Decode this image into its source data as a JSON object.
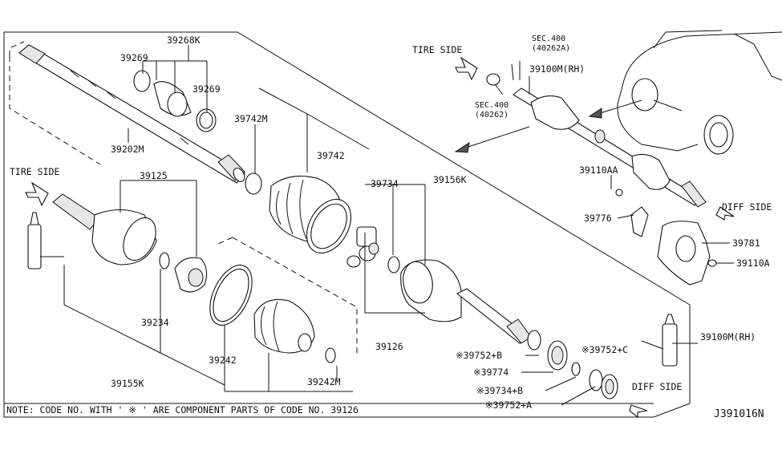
{
  "diagram": {
    "labels": {
      "p39268k": "39268K",
      "p39269_a": "39269",
      "p39269_b": "39269",
      "p39202m": "39202M",
      "p39742m": "39742M",
      "p39742": "39742",
      "p39734": "39734",
      "p39156k": "39156K",
      "p39125": "39125",
      "p39234": "39234",
      "p39242": "39242",
      "p39242m": "39242M",
      "p39155k": "39155K",
      "p39126": "39126",
      "p39752b": "※39752+B",
      "p39774": "※39774",
      "p39734b": "※39734+B",
      "p39752a": "※39752+A",
      "p39752c": "※39752+C",
      "p39100m_rh_bottom": "39100M(RH)",
      "p39100m_rh_top": "39100M(RH)",
      "p39110aa": "39110AA",
      "p39776": "39776",
      "p39781": "39781",
      "p39110a": "39110A",
      "sec400_top": "SEC.400",
      "sec400_top_code": "(40262A)",
      "sec400_mid": "SEC.400",
      "sec400_mid_code": "(40262)"
    },
    "directions": {
      "tire_side_left": "TIRE SIDE",
      "tire_side_top": "TIRE SIDE",
      "diff_side_right": "DIFF SIDE",
      "diff_side_bottom": "DIFF SIDE"
    },
    "note": "NOTE: CODE NO. WITH ' ※ ' ARE COMPONENT PARTS OF CODE NO. 39126",
    "diagram_code": "J391016N"
  }
}
